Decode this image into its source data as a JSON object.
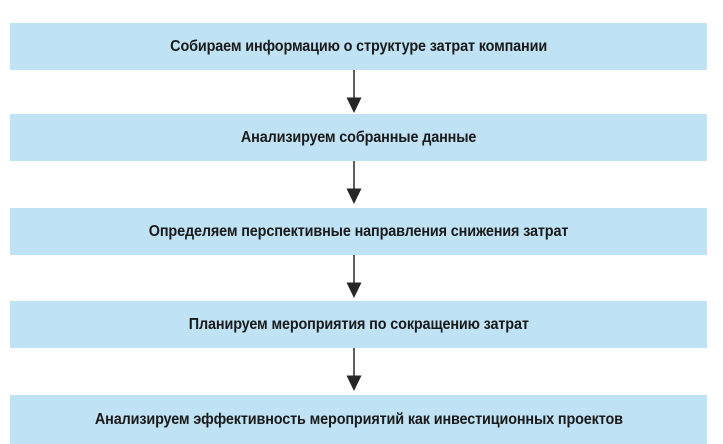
{
  "diagram": {
    "type": "flowchart",
    "orientation": "vertical",
    "title": "",
    "box_fill_color": "#bfe2f5",
    "text_color": "#1a1a1a",
    "arrow_color": "#5f5f5f",
    "arrowhead_color": "#262626",
    "background_color": "#ffffff",
    "steps": [
      {
        "index": 1,
        "label": "Собираем информацию о структуре затрат компании"
      },
      {
        "index": 2,
        "label": "Анализируем собранные данные"
      },
      {
        "index": 3,
        "label": "Определяем перспективные направления снижения затрат"
      },
      {
        "index": 4,
        "label": "Планируем мероприятия по сокращению затрат"
      },
      {
        "index": 5,
        "label": "Анализируем эффективность мероприятий как инвестиционных проектов"
      }
    ],
    "connectors": [
      {
        "from": 1,
        "to": 2,
        "icon": "down-arrow-icon"
      },
      {
        "from": 2,
        "to": 3,
        "icon": "down-arrow-icon"
      },
      {
        "from": 3,
        "to": 4,
        "icon": "down-arrow-icon"
      },
      {
        "from": 4,
        "to": 5,
        "icon": "down-arrow-icon"
      }
    ]
  }
}
